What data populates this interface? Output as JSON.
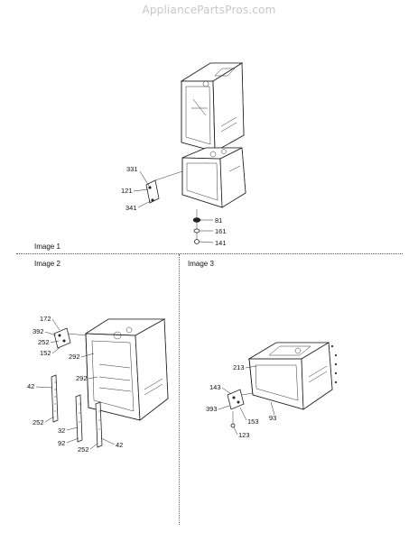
{
  "watermark": "AppliancePartsPros.com",
  "panels": [
    {
      "label": "Image 1"
    },
    {
      "label": "Image 2"
    },
    {
      "label": "Image 3"
    }
  ],
  "callouts": {
    "image1": [
      "331",
      "121",
      "341",
      "81",
      "161",
      "141"
    ],
    "image2": [
      "172",
      "392",
      "252",
      "152",
      "292",
      "292",
      "42",
      "252",
      "32",
      "92",
      "252",
      "42"
    ],
    "image3": [
      "213",
      "143",
      "393",
      "153",
      "93",
      "123"
    ]
  }
}
